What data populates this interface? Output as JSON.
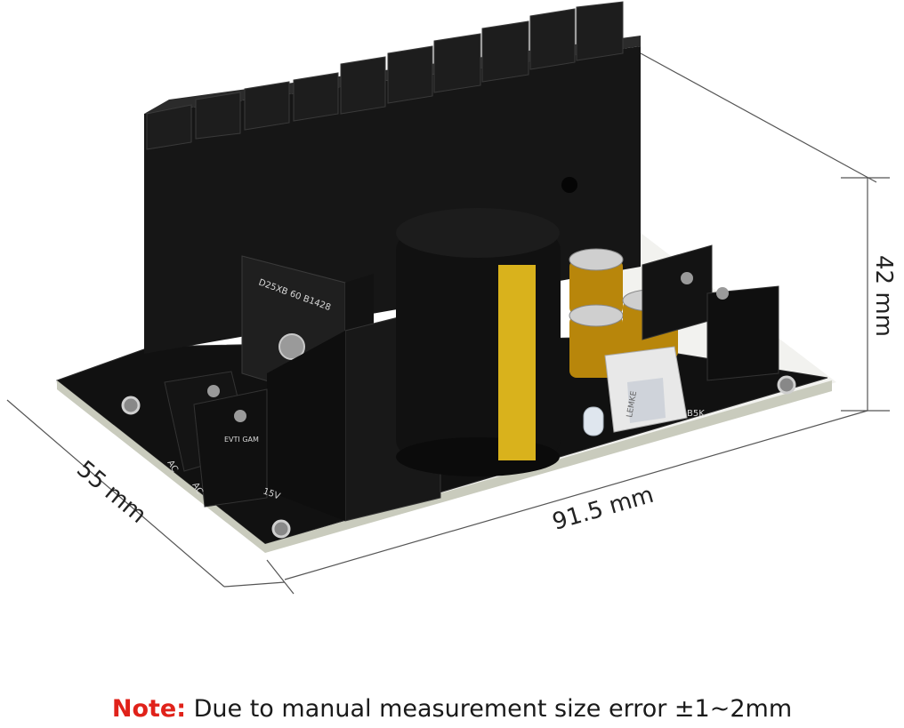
{
  "dimensions": {
    "width": "91.5 mm",
    "depth": "55 mm",
    "height": "42 mm"
  },
  "board_markings": {
    "rectifier": "D25XB 60 B1428",
    "voltage": "15V",
    "pot": "B5K",
    "terminal_left": "AC",
    "terminal_right": "AC",
    "terminal_brand": "EVTI GAM",
    "pot_brand": "LEMKE"
  },
  "note": {
    "label": "Note:",
    "text": "Due to manual measurement size error ±1~2mm"
  },
  "colors": {
    "note_label": "#e0221a",
    "board": "#111111",
    "heatsink": "#141414",
    "capacitor_band": "#d9b21c",
    "small_capacitor": "#b8860b"
  }
}
